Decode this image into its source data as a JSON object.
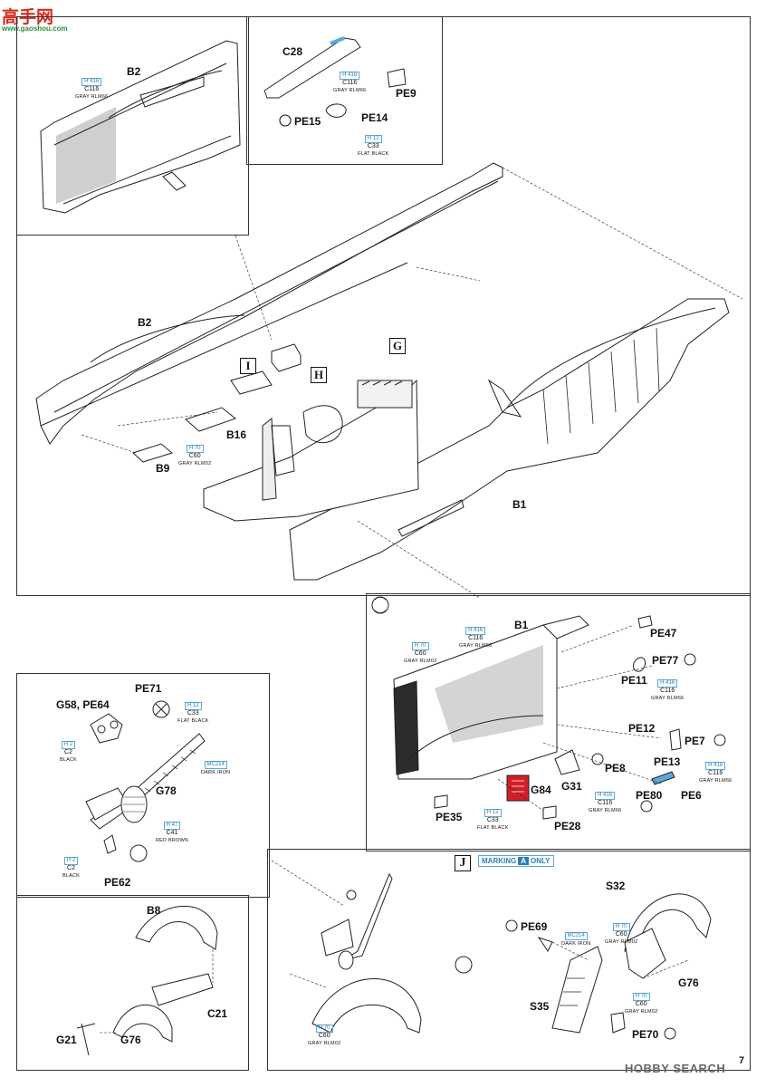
{
  "watermark": {
    "logo_cn": "高手网",
    "url": "www.gaoshou.com"
  },
  "footer": {
    "brand": "HOBBY SEARCH",
    "page_number": "7"
  },
  "steps": {
    "G": "G",
    "H": "H",
    "I": "I",
    "J": "J"
  },
  "marking_note": {
    "text_a": "MARKING",
    "letter": "A",
    "text_b": "ONLY"
  },
  "parts": {
    "b2_inset": "B2",
    "c28": "C28",
    "pe9": "PE9",
    "pe14": "PE14",
    "pe15": "PE15",
    "b2_main": "B2",
    "b16": "B16",
    "b9": "B9",
    "b1_main": "B1",
    "b1_inset": "B1",
    "pe47": "PE47",
    "pe77": "PE77",
    "pe11": "PE11",
    "pe12": "PE12",
    "pe7": "PE7",
    "pe13": "PE13",
    "pe8": "PE8",
    "g84": "G84",
    "g31": "G31",
    "pe80": "PE80",
    "pe6": "PE6",
    "pe35": "PE35",
    "pe28": "PE28",
    "pe71": "PE71",
    "g58_pe64": "G58, PE64",
    "g78": "G78",
    "pe62": "PE62",
    "b8": "B8",
    "c21": "C21",
    "g21": "G21",
    "g76_left": "G76",
    "s32": "S32",
    "pe69": "PE69",
    "g76_right": "G76",
    "s35": "S35",
    "pe70": "PE70"
  },
  "paints": [
    {
      "h": "H 416",
      "c": "C116",
      "n": "GRAY RLM66"
    },
    {
      "h": "H 416",
      "c": "C116",
      "n": "GRAY RLM66"
    },
    {
      "h": "H 12",
      "c": "C33",
      "n": "FLAT BLACK"
    },
    {
      "h": "H 70",
      "c": "C60",
      "n": "GRAY RLM02"
    },
    {
      "h": "H 70",
      "c": "C60",
      "n": "GRAY RLM02"
    },
    {
      "h": "H 416",
      "c": "C116",
      "n": "GRAY RLM66"
    },
    {
      "h": "H 416",
      "c": "C116",
      "n": "GRAY RLM66"
    },
    {
      "h": "H 416",
      "c": "C116",
      "n": "GRAY RLM66"
    },
    {
      "h": "H 416",
      "c": "C116",
      "n": "GRAY RLM66"
    },
    {
      "h": "H 12",
      "c": "C33",
      "n": "FLAT BLACK"
    },
    {
      "h": "H 12",
      "c": "C33",
      "n": "FLAT BLACK"
    },
    {
      "h": "H 2",
      "c": "C2",
      "n": "BLACK"
    },
    {
      "h": "MC214",
      "c": "",
      "n": "DARK IRON"
    },
    {
      "h": "H 47",
      "c": "C41",
      "n": "RED BROWN"
    },
    {
      "h": "H 2",
      "c": "C2",
      "n": "BLACK"
    },
    {
      "h": "MC214",
      "c": "",
      "n": "DARK IRON"
    },
    {
      "h": "H 70",
      "c": "C60",
      "n": "GRAY RLM02"
    },
    {
      "h": "H 70",
      "c": "C60",
      "n": "GRAY RLM02"
    },
    {
      "h": "H 70",
      "c": "C60",
      "n": "GRAY RLM02"
    }
  ],
  "colors": {
    "line": "#222222",
    "paint_box": "#5aa9d6",
    "interior_gray": "#c9c9c9",
    "red_part": "#d21f26",
    "logo_red": "#d42a1c",
    "logo_green": "#2f8f3a"
  }
}
